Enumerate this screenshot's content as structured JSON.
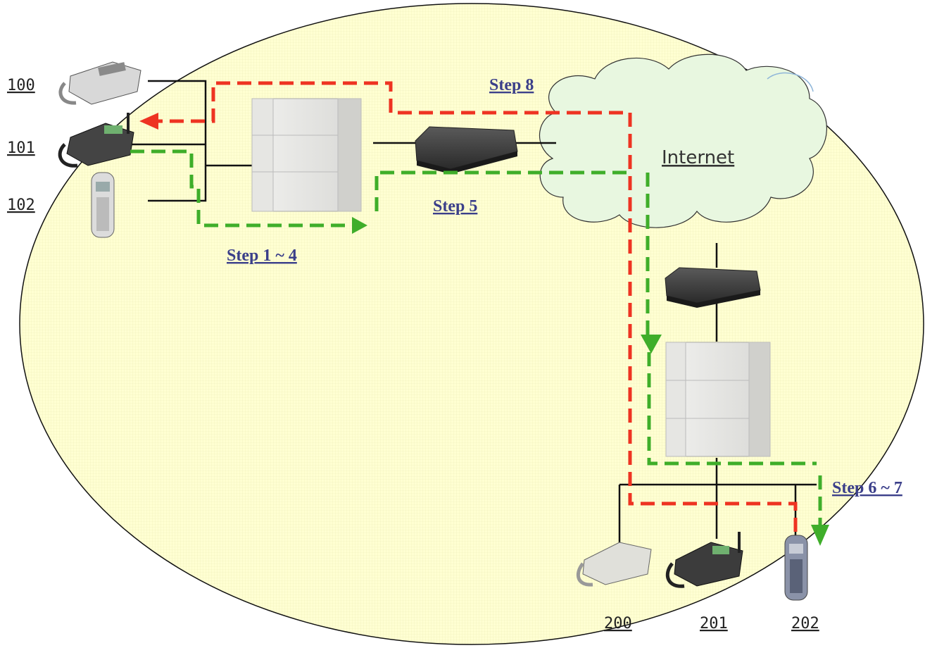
{
  "extensions": {
    "site_a": [
      "100",
      "101",
      "102"
    ],
    "site_b": [
      "200",
      "201",
      "202"
    ]
  },
  "steps": {
    "step_8": "Step 8",
    "step_5": "Step 5",
    "step_1_4": "Step 1 ~ 4",
    "step_6_7": "Step 6 ~ 7"
  },
  "cloud_label": "Internet",
  "colors": {
    "area_fill": "#ffffd2",
    "flow_green": "#3fae2a",
    "flow_red": "#ee3322",
    "wire": "#111111",
    "cloud_fill": "#e8f7e0",
    "label_blue": "#3b3f8a"
  },
  "icons": [
    "desk-phone-icon",
    "cordless-phone-icon",
    "pbx-cabinet-icon",
    "gateway-router-icon",
    "cloud-icon"
  ]
}
